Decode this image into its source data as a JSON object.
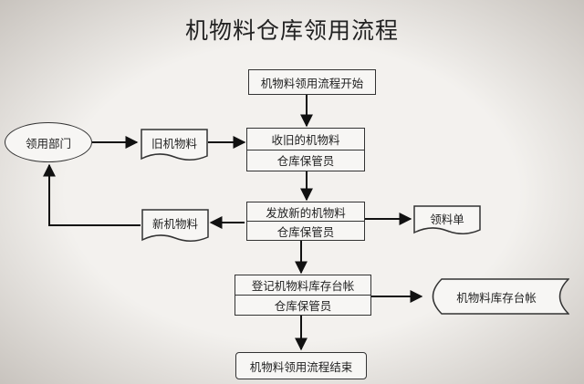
{
  "title": "机物料仓库领用流程",
  "nodes": {
    "start": "机物料领用流程开始",
    "dept": "领用部门",
    "old_doc": "旧机物料",
    "collect": {
      "top": "收旧的机物料",
      "bottom": "仓库保管员"
    },
    "issue": {
      "top": "发放新的机物料",
      "bottom": "仓库保管员"
    },
    "new_doc": "新机物料",
    "form_doc": "领料单",
    "register": {
      "top": "登记机物料库存台帐",
      "bottom": "仓库保管员"
    },
    "ledger": "机物料库存台帐",
    "end": "机物料领用流程结束"
  }
}
